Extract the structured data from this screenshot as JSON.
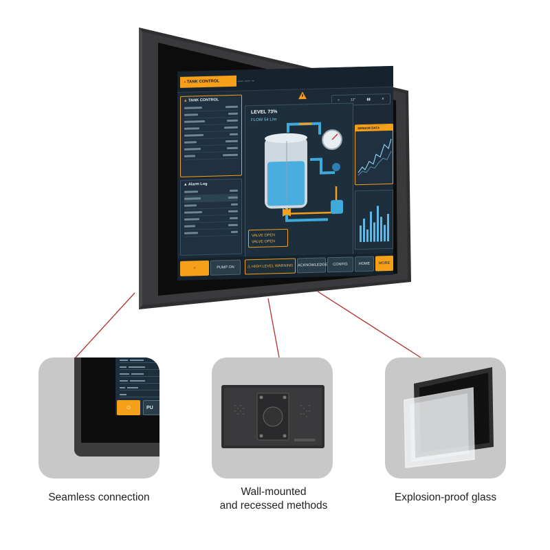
{
  "screen": {
    "title": "TANK CONTROL",
    "top_tabs": "•••• •••• ••",
    "nav": {
      "back": "<",
      "value": "12°",
      "pause": "▮▮",
      "close": "✕"
    },
    "left_panel_title": "TANK CONTROL",
    "alarm_panel_title": "Alarm Log",
    "level_text": "LEVEL 73%",
    "flow_text": "FLOW 54 L/m",
    "valve_text_1": "VALVE OPEN",
    "valve_text_2": "VALVE OPEN",
    "trend_title": "SENSOR DATA",
    "buttons": {
      "power": "○",
      "pump": "PUMP ON",
      "warning": "HIGH LEVEL WARNING",
      "acknowledge": "ACKNOWLEDGE",
      "config": "CONFIG",
      "home": "HOME",
      "more": "MORE"
    }
  },
  "features": [
    {
      "caption": "Seamless connection"
    },
    {
      "caption_line1": "Wall-mounted",
      "caption_line2": "and recessed methods"
    },
    {
      "caption": "Explosion-proof glass"
    }
  ],
  "card1": {
    "power_glyph": "○",
    "partial_label": "PU"
  },
  "colors": {
    "accent": "#f6a01a",
    "connector": "#b0302a",
    "card_bg": "#c8c8c8",
    "screen_bg": "#1b2a36"
  }
}
